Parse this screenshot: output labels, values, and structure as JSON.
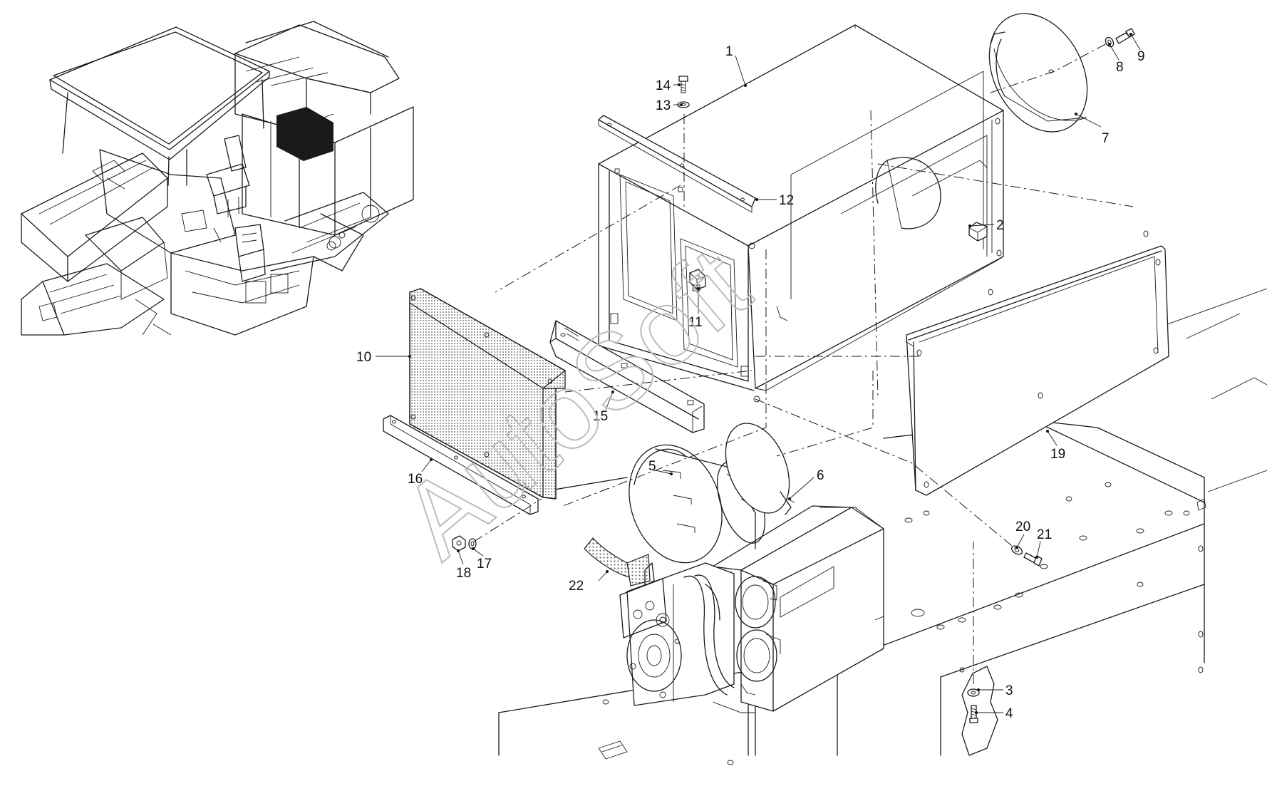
{
  "diagram": {
    "watermark": "AutoSoft",
    "callouts": [
      {
        "id": "1",
        "label": "1"
      },
      {
        "id": "2",
        "label": "2"
      },
      {
        "id": "3",
        "label": "3"
      },
      {
        "id": "4",
        "label": "4"
      },
      {
        "id": "5",
        "label": "5"
      },
      {
        "id": "6",
        "label": "6"
      },
      {
        "id": "7",
        "label": "7"
      },
      {
        "id": "8",
        "label": "8"
      },
      {
        "id": "9",
        "label": "9"
      },
      {
        "id": "10",
        "label": "10"
      },
      {
        "id": "11",
        "label": "11"
      },
      {
        "id": "12",
        "label": "12"
      },
      {
        "id": "13",
        "label": "13"
      },
      {
        "id": "14",
        "label": "14"
      },
      {
        "id": "15",
        "label": "15"
      },
      {
        "id": "16",
        "label": "16"
      },
      {
        "id": "17",
        "label": "17"
      },
      {
        "id": "18",
        "label": "18"
      },
      {
        "id": "19",
        "label": "19"
      },
      {
        "id": "20",
        "label": "20"
      },
      {
        "id": "21",
        "label": "21"
      },
      {
        "id": "22",
        "label": "22"
      }
    ]
  }
}
